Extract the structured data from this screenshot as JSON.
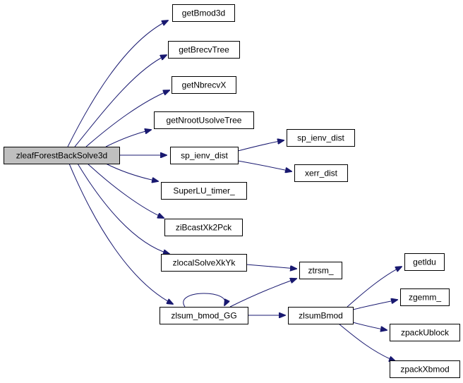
{
  "graph": {
    "root": "zleafForestBackSolve3d",
    "colors": {
      "edge": "#191970",
      "node_border": "#000000",
      "root_fill": "#bfbfbf",
      "node_fill": "#ffffff"
    },
    "nodes": [
      {
        "id": "root",
        "label": "zleafForestBackSolve3d"
      },
      {
        "id": "getBmod3d",
        "label": "getBmod3d"
      },
      {
        "id": "getBrecvTree",
        "label": "getBrecvTree"
      },
      {
        "id": "getNbrecvX",
        "label": "getNbrecvX"
      },
      {
        "id": "getNrootUsolveTree",
        "label": "getNrootUsolveTree"
      },
      {
        "id": "sp_ienv_dist_a",
        "label": "sp_ienv_dist"
      },
      {
        "id": "SuperLU_timer_",
        "label": "SuperLU_timer_"
      },
      {
        "id": "ziBcastXk2Pck",
        "label": "ziBcastXk2Pck"
      },
      {
        "id": "zlocalSolveXkYk",
        "label": "zlocalSolveXkYk"
      },
      {
        "id": "zlsum_bmod_GG",
        "label": "zlsum_bmod_GG"
      },
      {
        "id": "sp_ienv_dist_b",
        "label": "sp_ienv_dist"
      },
      {
        "id": "xerr_dist",
        "label": "xerr_dist"
      },
      {
        "id": "ztrsm_",
        "label": "ztrsm_"
      },
      {
        "id": "zlsumBmod",
        "label": "zlsumBmod"
      },
      {
        "id": "getldu",
        "label": "getldu"
      },
      {
        "id": "zgemm_",
        "label": "zgemm_"
      },
      {
        "id": "zpackUblock",
        "label": "zpackUblock"
      },
      {
        "id": "zpackXbmod",
        "label": "zpackXbmod"
      }
    ],
    "edges": [
      {
        "from": "root",
        "to": "getBmod3d"
      },
      {
        "from": "root",
        "to": "getBrecvTree"
      },
      {
        "from": "root",
        "to": "getNbrecvX"
      },
      {
        "from": "root",
        "to": "getNrootUsolveTree"
      },
      {
        "from": "root",
        "to": "sp_ienv_dist_a"
      },
      {
        "from": "root",
        "to": "SuperLU_timer_"
      },
      {
        "from": "root",
        "to": "ziBcastXk2Pck"
      },
      {
        "from": "root",
        "to": "zlocalSolveXkYk"
      },
      {
        "from": "root",
        "to": "zlsum_bmod_GG"
      },
      {
        "from": "sp_ienv_dist_a",
        "to": "sp_ienv_dist_b"
      },
      {
        "from": "sp_ienv_dist_a",
        "to": "xerr_dist"
      },
      {
        "from": "zlocalSolveXkYk",
        "to": "ztrsm_"
      },
      {
        "from": "zlsum_bmod_GG",
        "to": "zlsum_bmod_GG"
      },
      {
        "from": "zlsum_bmod_GG",
        "to": "ztrsm_"
      },
      {
        "from": "zlsum_bmod_GG",
        "to": "zlsumBmod"
      },
      {
        "from": "zlsumBmod",
        "to": "getldu"
      },
      {
        "from": "zlsumBmod",
        "to": "zgemm_"
      },
      {
        "from": "zlsumBmod",
        "to": "zpackUblock"
      },
      {
        "from": "zlsumBmod",
        "to": "zpackXbmod"
      }
    ]
  }
}
